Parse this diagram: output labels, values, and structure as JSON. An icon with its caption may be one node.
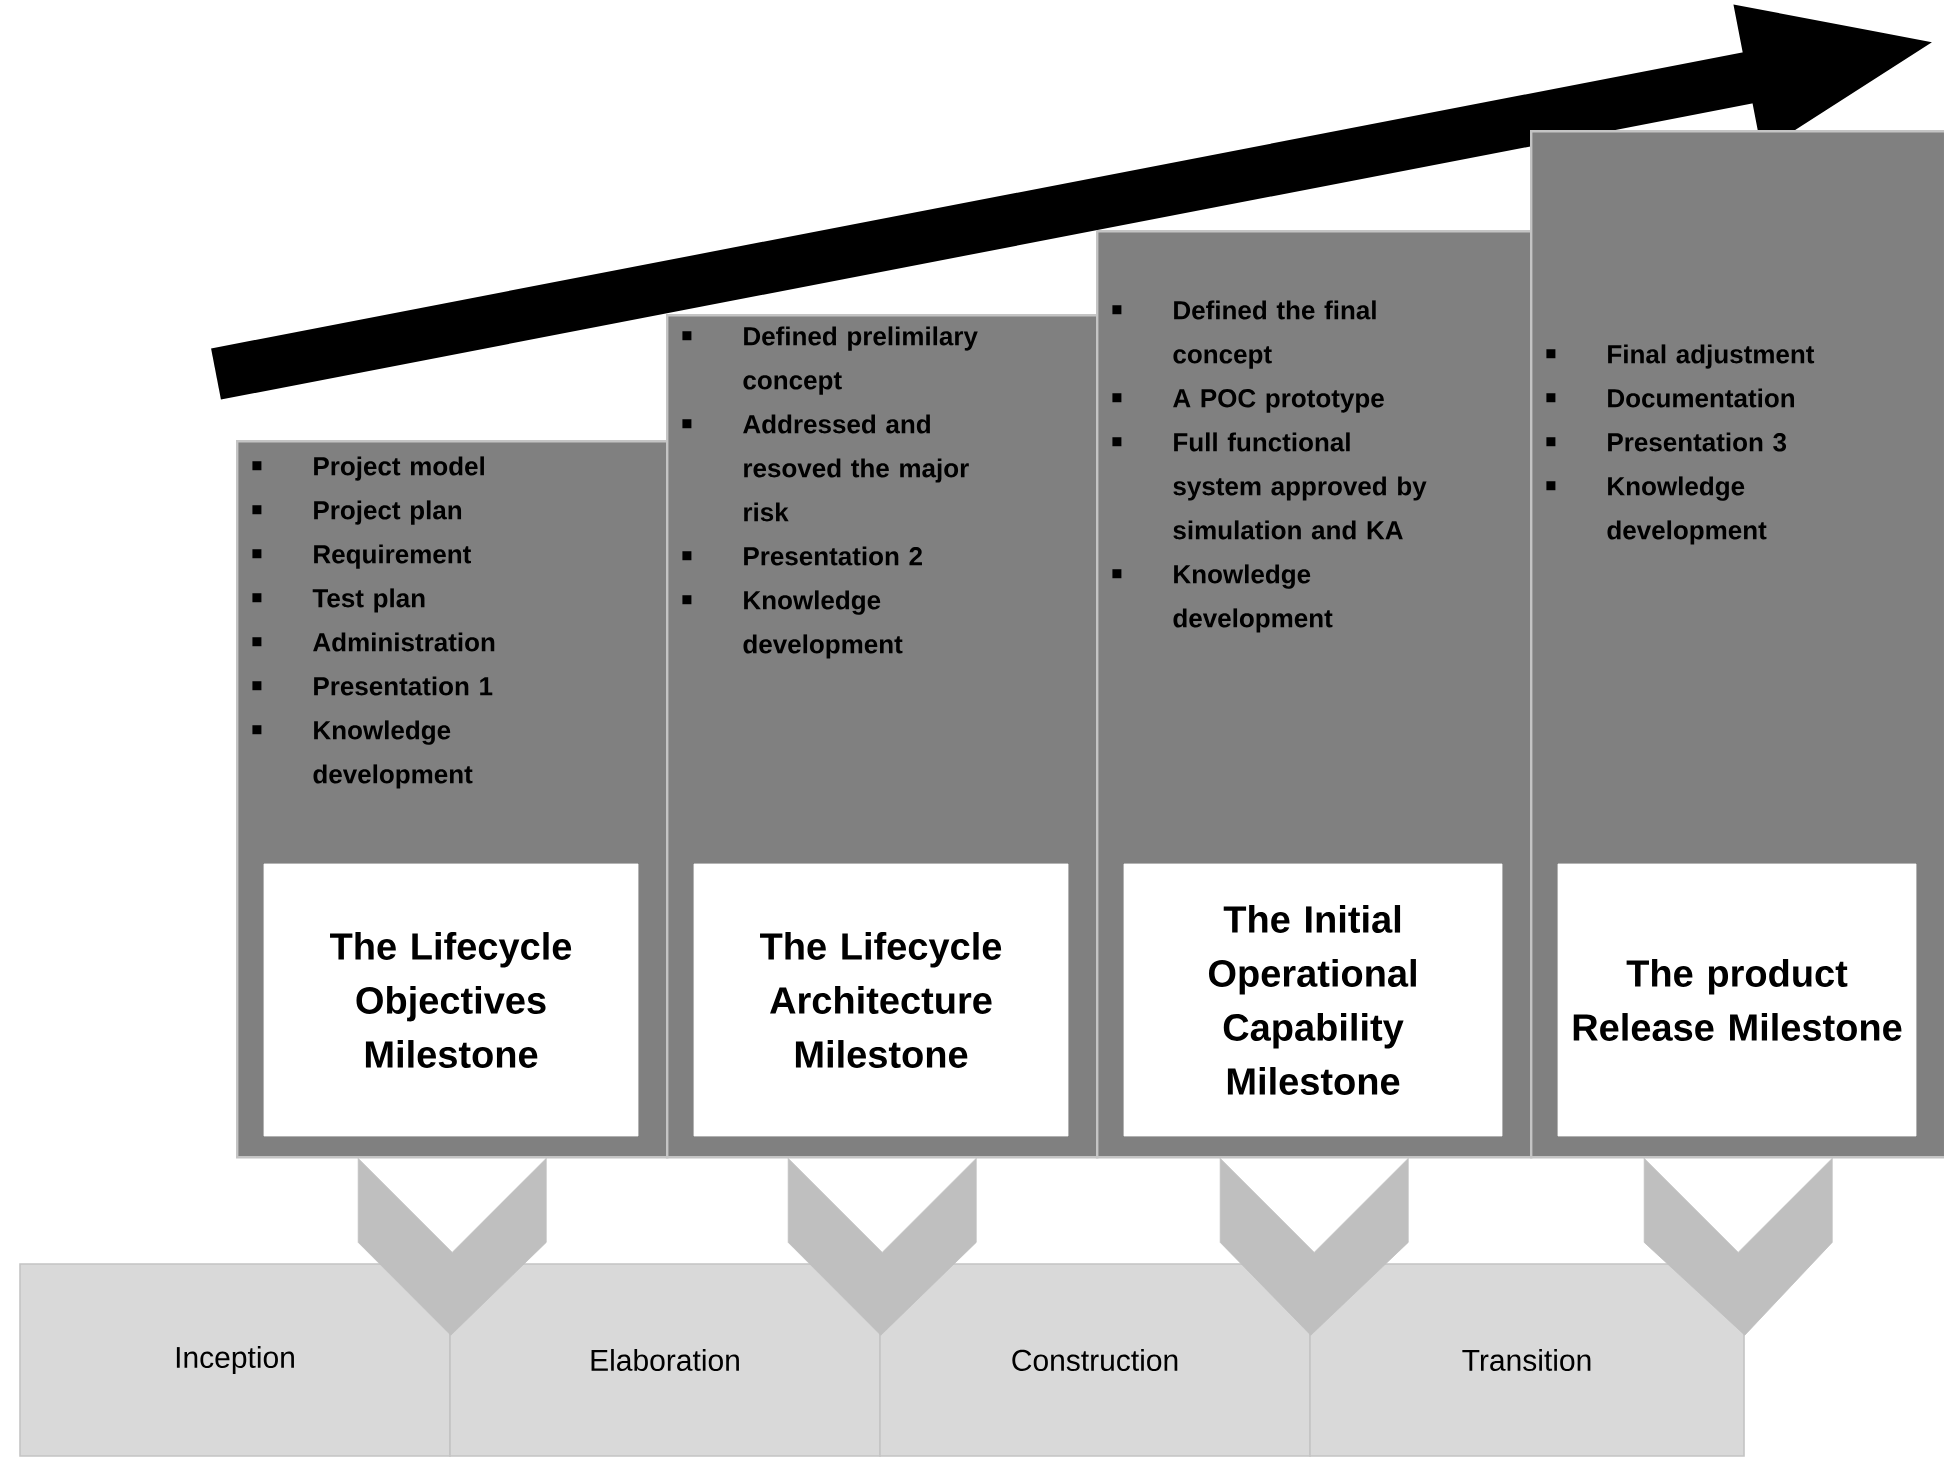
{
  "diagram": {
    "nodes": [
      {
        "text": [
          "Project model",
          "Project plan",
          "Requirement",
          "Test plan",
          "Administration",
          "Presentation 1",
          "Knowledge development"
        ]
      },
      {
        "text": [
          "The Lifecycle Objectives Milestone"
        ],
        "in": 0
      },
      {
        "text": [
          "Defined prelimilary concept",
          "Addressed and resoved the major risk",
          "Presentation 2",
          "Knowledge development"
        ]
      },
      {
        "text": [
          "The Lifecycle Architecture Milestone"
        ],
        "in": 2
      },
      {
        "text": [
          "Defined the final concept",
          "A POC prototype",
          "Full functional system approved by simulation and KA",
          "Knowledge development"
        ]
      },
      {
        "text": [
          "The Initial Operational Capability Milestone"
        ],
        "in": 4
      },
      {
        "text": [
          "Final adjustment",
          "Documentation",
          "Presentation 3",
          "Knowledge development"
        ]
      },
      {
        "text": [
          "The product Release Milestone"
        ],
        "in": 6
      },
      {
        "text": [
          "Inception"
        ]
      },
      {
        "text": [
          "Elaboration"
        ]
      },
      {
        "text": [
          "Construction"
        ]
      },
      {
        "text": [
          "Transition"
        ]
      }
    ],
    "edges": [
      {
        "from": 0,
        "to": 8,
        "arrow": "to"
      },
      {
        "from": 2,
        "to": 9,
        "arrow": "to"
      },
      {
        "from": 4,
        "to": 10,
        "arrow": "to"
      },
      {
        "from": 6,
        "to": 11,
        "arrow": "to"
      }
    ]
  }
}
